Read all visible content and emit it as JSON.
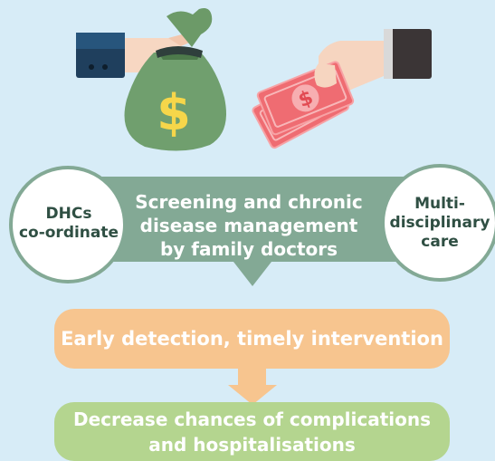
{
  "illustration": {
    "left_icon": "money-bag-hand-icon",
    "right_icon": "cash-notes-hand-icon"
  },
  "banner": {
    "line1": "Screening and chronic",
    "line2": "disease management",
    "line3": "by family doctors"
  },
  "left_circle": {
    "line1": "DHCs",
    "line2": "co-ordinate"
  },
  "right_circle": {
    "line1": "Multi-",
    "line2": "disciplinary",
    "line3": "care"
  },
  "step2": {
    "label": "Early detection, timely intervention"
  },
  "step3": {
    "line1": "Decrease chances of complications",
    "line2": "and hospitalisations"
  },
  "colors": {
    "background": "#d7ecf7",
    "banner_green": "#83a995",
    "orange": "#f7c58f",
    "light_green": "#b4d58f",
    "money_red": "#f06a6f"
  }
}
